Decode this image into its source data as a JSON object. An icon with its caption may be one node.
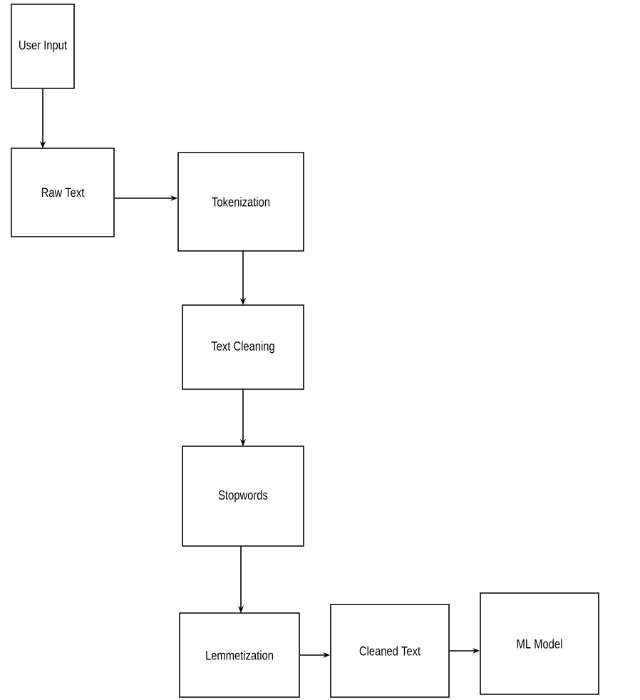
{
  "diagram": {
    "nodes": [
      {
        "text": [
          "User Input"
        ]
      },
      {
        "text": [
          "Raw Text"
        ]
      },
      {
        "text": [
          "Tokenization"
        ]
      },
      {
        "text": [
          "Text Cleaning"
        ]
      },
      {
        "text": [
          "Stopwords"
        ]
      },
      {
        "text": [
          "Lemmetization"
        ]
      },
      {
        "text": [
          "Cleaned Text"
        ]
      },
      {
        "text": [
          "ML Model"
        ]
      }
    ],
    "edges": [
      {
        "from": 0,
        "to": 1,
        "arrow": "to"
      },
      {
        "from": 1,
        "to": 2,
        "arrow": "to"
      },
      {
        "from": 2,
        "to": 3,
        "arrow": "to"
      },
      {
        "from": 3,
        "to": 4,
        "arrow": "to"
      },
      {
        "from": 4,
        "to": 5,
        "arrow": "to"
      },
      {
        "from": 5,
        "to": 6,
        "arrow": "to"
      },
      {
        "from": 6,
        "to": 7,
        "arrow": "to"
      }
    ]
  }
}
